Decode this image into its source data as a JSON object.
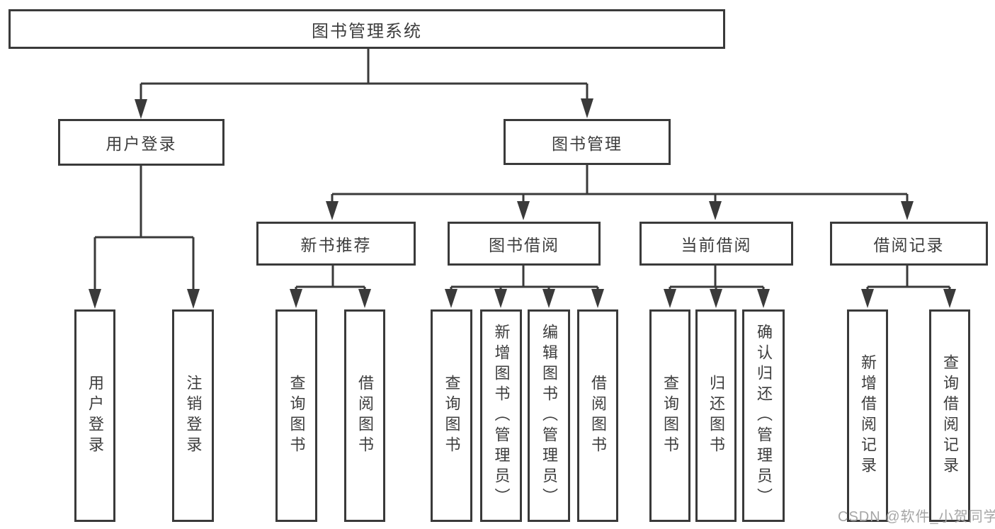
{
  "tree": {
    "label": "图书管理系统",
    "children": [
      {
        "label": "用户登录",
        "children": [
          {
            "label": "用户登录"
          },
          {
            "label": "注销登录"
          }
        ]
      },
      {
        "label": "图书管理",
        "children": [
          {
            "label": "新书推荐",
            "children": [
              {
                "label": "查询图书"
              },
              {
                "label": "借阅图书"
              }
            ]
          },
          {
            "label": "图书借阅",
            "children": [
              {
                "label": "查询图书"
              },
              {
                "label": "新增图书（管理员）"
              },
              {
                "label": "编辑图书（管理员）"
              },
              {
                "label": "借阅图书"
              }
            ]
          },
          {
            "label": "当前借阅",
            "children": [
              {
                "label": "查询图书"
              },
              {
                "label": "归还图书"
              },
              {
                "label": "确认归还（管理员）"
              }
            ]
          },
          {
            "label": "借阅记录",
            "children": [
              {
                "label": "新增借阅记录"
              },
              {
                "label": "查询借阅记录"
              }
            ]
          }
        ]
      }
    ]
  },
  "watermark": {
    "text": "CSDN @软件_小贺同学"
  },
  "colors": {
    "line": "#3a3a3a",
    "node_text": "#3d3d3d",
    "node_background": "#ffffff",
    "page_background": "#ffffff",
    "watermark_text": "#a6a6a6"
  }
}
